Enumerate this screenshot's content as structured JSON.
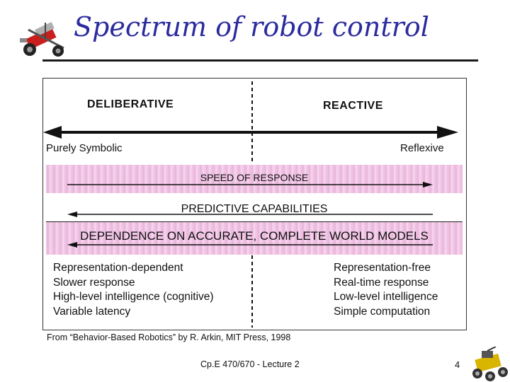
{
  "slide": {
    "title": "Spectrum of robot control",
    "caption": "From “Behavior-Based Robotics” by R. Arkin, MIT Press, 1998",
    "footer": "Cp.E 470/670 - Lecture 2",
    "page_number": "4"
  },
  "figure": {
    "left_heading": "DELIBERATIVE",
    "right_heading": "REACTIVE",
    "left_end": "Purely Symbolic",
    "right_end": "Reflexive",
    "bands": [
      {
        "label": "SPEED OF RESPONSE",
        "arrow": "right"
      },
      {
        "label": "PREDICTIVE CAPABILITIES",
        "arrow": "left"
      },
      {
        "label": "DEPENDENCE ON ACCURATE, COMPLETE WORLD MODELS",
        "arrow": "left"
      }
    ],
    "left_traits": [
      "Representation-dependent",
      "Slower response",
      "High-level intelligence (cognitive)",
      "Variable latency"
    ],
    "right_traits": [
      "Representation-free",
      "Real-time response",
      "Low-level intelligence",
      "Simple computation"
    ]
  },
  "colors": {
    "title": "#2b2b9e",
    "band_pink": "#f2c4e6"
  },
  "icons": {
    "top_left": "robot-cart-icon",
    "bottom_right": "robot-rover-icon"
  }
}
